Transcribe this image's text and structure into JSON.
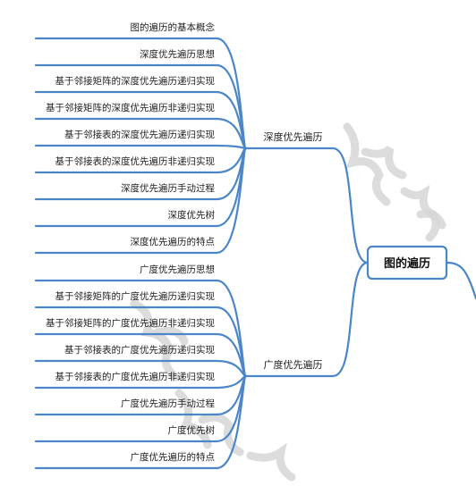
{
  "mindmap": {
    "root": {
      "label": "图的遍历"
    },
    "branches": [
      {
        "label": "深度优先遍历",
        "leaves": [
          "图的遍历的基本概念",
          "深度优先遍历思想",
          "基于邻接矩阵的深度优先遍历递归实现",
          "基于邻接矩阵的深度优先遍历非递归实现",
          "基于邻接表的深度优先遍历递归实现",
          "基于邻接表的深度优先遍历非递归实现",
          "深度优先遍历手动过程",
          "深度优先树",
          "深度优先遍历的特点"
        ]
      },
      {
        "label": "广度优先遍历",
        "leaves": [
          "广度优先遍历思想",
          "基于邻接矩阵的广度优先遍历递归实现",
          "基于邻接矩阵的广度优先遍历非递归实现",
          "基于邻接表的广度优先遍历递归实现",
          "基于邻接表的广度优先遍历非递归实现",
          "广度优先遍历手动过程",
          "广度优先树",
          "广度优先遍历的特点"
        ]
      }
    ]
  },
  "colors": {
    "edge": "#4a86c8",
    "root_border": "#4a86c8",
    "text": "#222222",
    "watermark": "#d6d6d6"
  }
}
